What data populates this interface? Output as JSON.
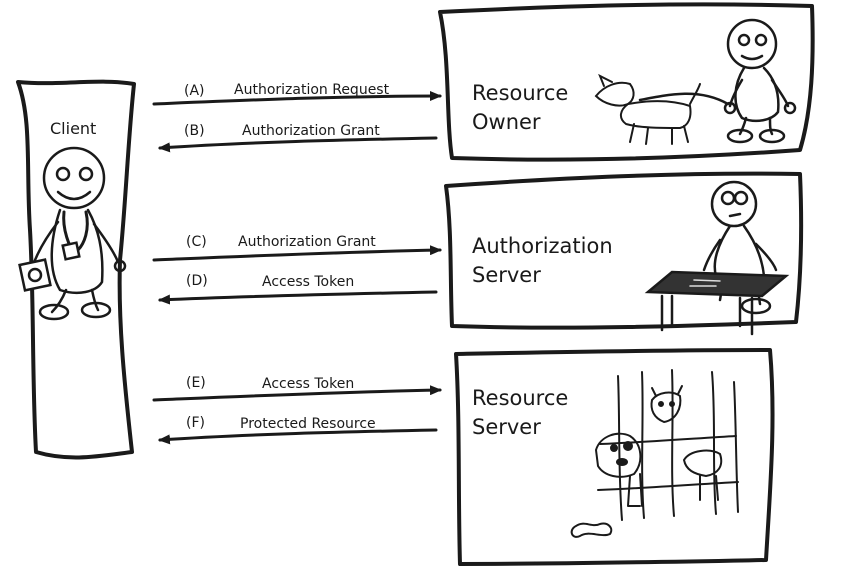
{
  "client": {
    "title": "Client"
  },
  "flows": [
    {
      "letter": "(A)",
      "label": "Authorization Request"
    },
    {
      "letter": "(B)",
      "label": "Authorization Grant"
    },
    {
      "letter": "(C)",
      "label": "Authorization Grant"
    },
    {
      "letter": "(D)",
      "label": "Access Token"
    },
    {
      "letter": "(E)",
      "label": "Access Token"
    },
    {
      "letter": "(F)",
      "label": "Protected Resource"
    }
  ],
  "boxes": {
    "resource_owner": {
      "line1": "Resource",
      "line2": "Owner"
    },
    "authorization_server": {
      "line1": "Authorization",
      "line2": "Server"
    },
    "resource_server": {
      "line1": "Resource",
      "line2": "Server"
    }
  },
  "style": {
    "ink": "#1a1a1a",
    "paper": "#ffffff",
    "table_top": "#333333"
  }
}
